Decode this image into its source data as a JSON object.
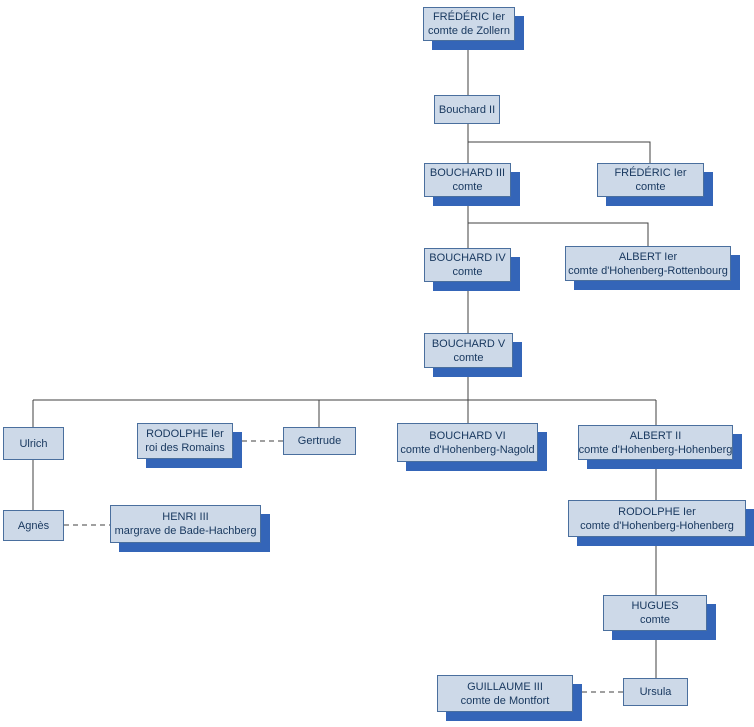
{
  "diagram": {
    "kind": "family-tree",
    "colors": {
      "box_fill": "#cdd9e8",
      "box_border": "#4a6f9e",
      "box_shadow": "#3465b8",
      "text": "#17375e",
      "connector": "#404040",
      "background": "#ffffff"
    },
    "nodes": {
      "frederic1_zollern": {
        "name": "FRÉDÉRIC Ier",
        "title": "comte de Zollern"
      },
      "bouchard2": {
        "name": "Bouchard II",
        "title": ""
      },
      "bouchard3": {
        "name": "BOUCHARD III",
        "title": "comte"
      },
      "frederic1_comte": {
        "name": "FRÉDÉRIC Ier",
        "title": "comte"
      },
      "bouchard4": {
        "name": "BOUCHARD IV",
        "title": "comte"
      },
      "albert1": {
        "name": "ALBERT Ier",
        "title": "comte d'Hohenberg-Rottenbourg"
      },
      "bouchard5": {
        "name": "BOUCHARD V",
        "title": "comte"
      },
      "ulrich": {
        "name": "Ulrich",
        "title": ""
      },
      "rodolphe1_romains": {
        "name": "RODOLPHE Ier",
        "title": "roi des Romains"
      },
      "gertrude": {
        "name": "Gertrude",
        "title": ""
      },
      "bouchard6": {
        "name": "BOUCHARD VI",
        "title": "comte d'Hohenberg-Nagold"
      },
      "albert2": {
        "name": "ALBERT II",
        "title": "comte d'Hohenberg-Hohenberg"
      },
      "agnes": {
        "name": "Agnès",
        "title": ""
      },
      "henri3": {
        "name": "HENRI III",
        "title": "margrave de Bade-Hachberg"
      },
      "rodolphe1_hohenberg": {
        "name": "RODOLPHE Ier",
        "title": "comte d'Hohenberg-Hohenberg"
      },
      "hugues": {
        "name": "HUGUES",
        "title": "comte"
      },
      "guillaume3": {
        "name": "GUILLAUME III",
        "title": "comte de Montfort"
      },
      "ursula": {
        "name": "Ursula",
        "title": ""
      }
    },
    "edges": {
      "descent_solid": [
        [
          "frederic1_zollern",
          "bouchard2"
        ],
        [
          "bouchard2",
          "bouchard3"
        ],
        [
          "bouchard2",
          "frederic1_comte"
        ],
        [
          "bouchard3",
          "bouchard4"
        ],
        [
          "bouchard3",
          "albert1"
        ],
        [
          "bouchard4",
          "bouchard5"
        ],
        [
          "bouchard5",
          "ulrich"
        ],
        [
          "bouchard5",
          "gertrude"
        ],
        [
          "bouchard5",
          "bouchard6"
        ],
        [
          "bouchard5",
          "albert2"
        ],
        [
          "ulrich",
          "agnes"
        ],
        [
          "albert2",
          "rodolphe1_hohenberg"
        ],
        [
          "rodolphe1_hohenberg",
          "hugues"
        ],
        [
          "hugues",
          "ursula"
        ]
      ],
      "marriage_dashed": [
        [
          "rodolphe1_romains",
          "gertrude"
        ],
        [
          "agnes",
          "henri3"
        ],
        [
          "guillaume3",
          "ursula"
        ]
      ]
    }
  }
}
